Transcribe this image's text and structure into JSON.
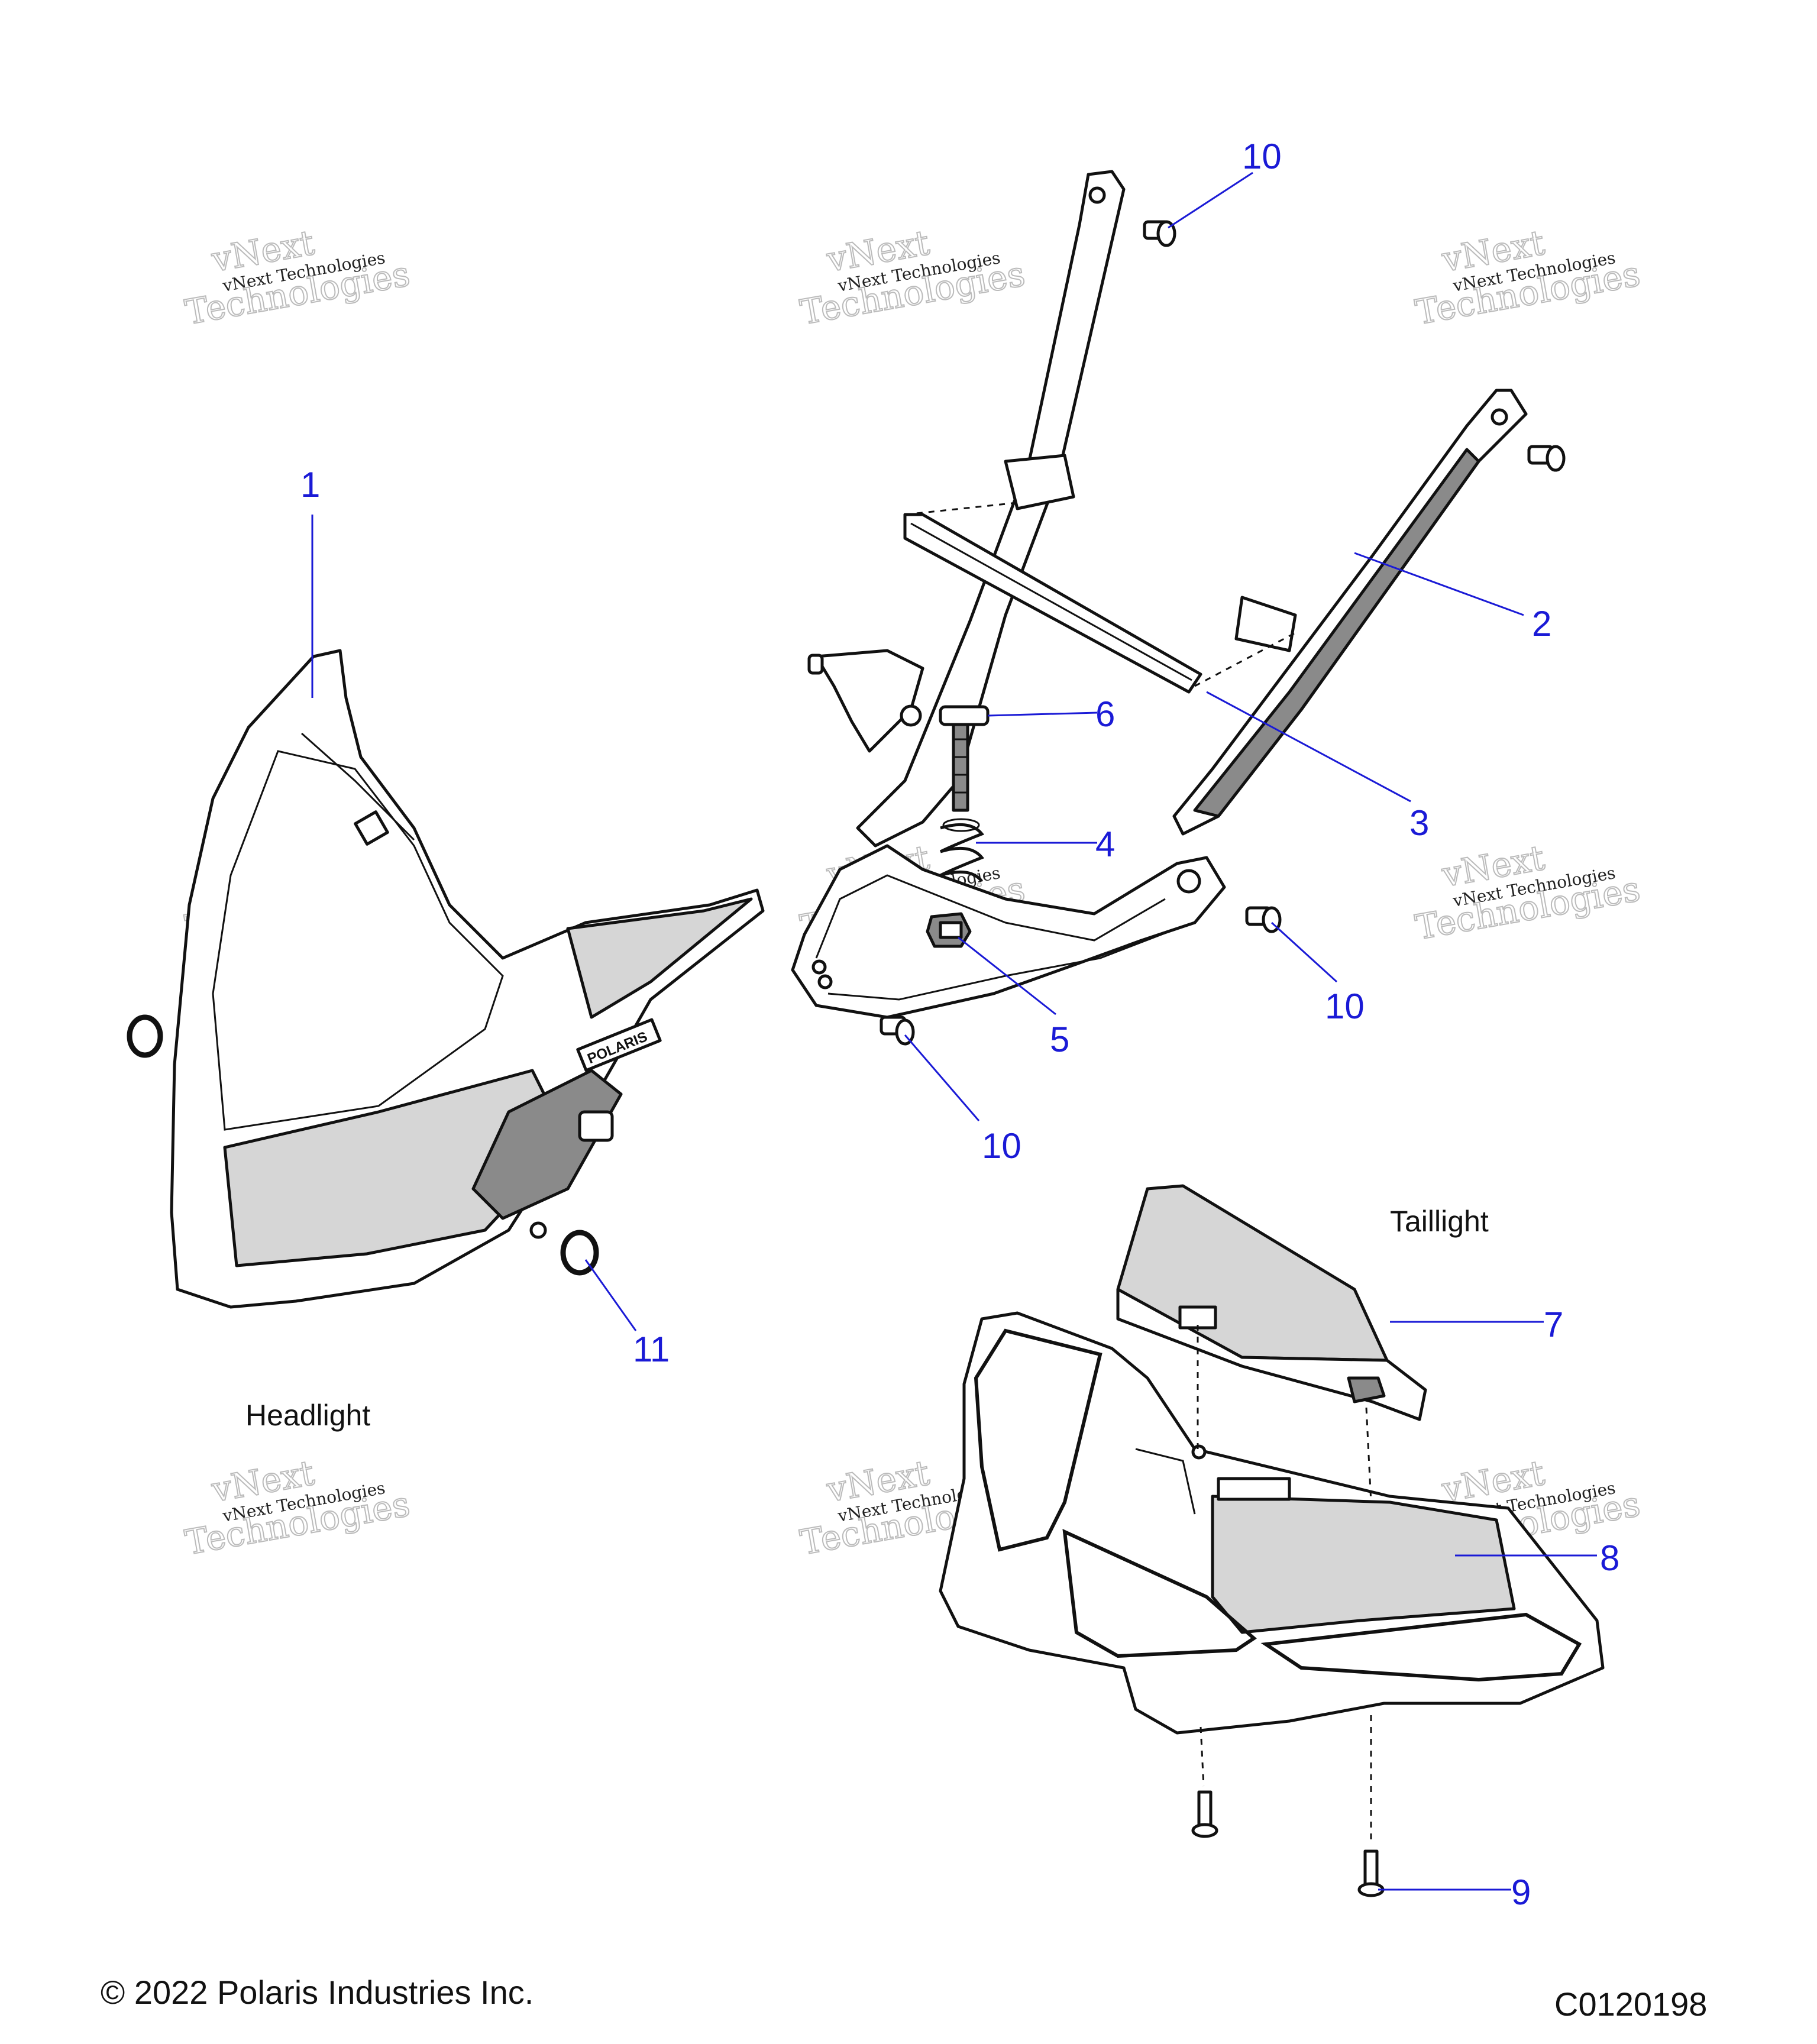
{
  "diagram": {
    "callouts": [
      {
        "id": "1",
        "label": "1"
      },
      {
        "id": "2",
        "label": "2"
      },
      {
        "id": "3",
        "label": "3"
      },
      {
        "id": "4",
        "label": "4"
      },
      {
        "id": "5",
        "label": "5"
      },
      {
        "id": "6",
        "label": "6"
      },
      {
        "id": "7",
        "label": "7"
      },
      {
        "id": "8",
        "label": "8"
      },
      {
        "id": "9",
        "label": "9"
      },
      {
        "id": "10a",
        "label": "10"
      },
      {
        "id": "10b",
        "label": "10"
      },
      {
        "id": "10c",
        "label": "10"
      },
      {
        "id": "11",
        "label": "11"
      }
    ],
    "sections": {
      "headlight": "Headlight",
      "taillight": "Taillight"
    },
    "logo_text": "POLARIS",
    "watermark": {
      "line1": "vNext Technologies",
      "line2": "vNext",
      "line3": "Technologies"
    }
  },
  "footer": {
    "copyright": "© 2022 Polaris Industries Inc.",
    "diagram_code": "C0120198"
  }
}
